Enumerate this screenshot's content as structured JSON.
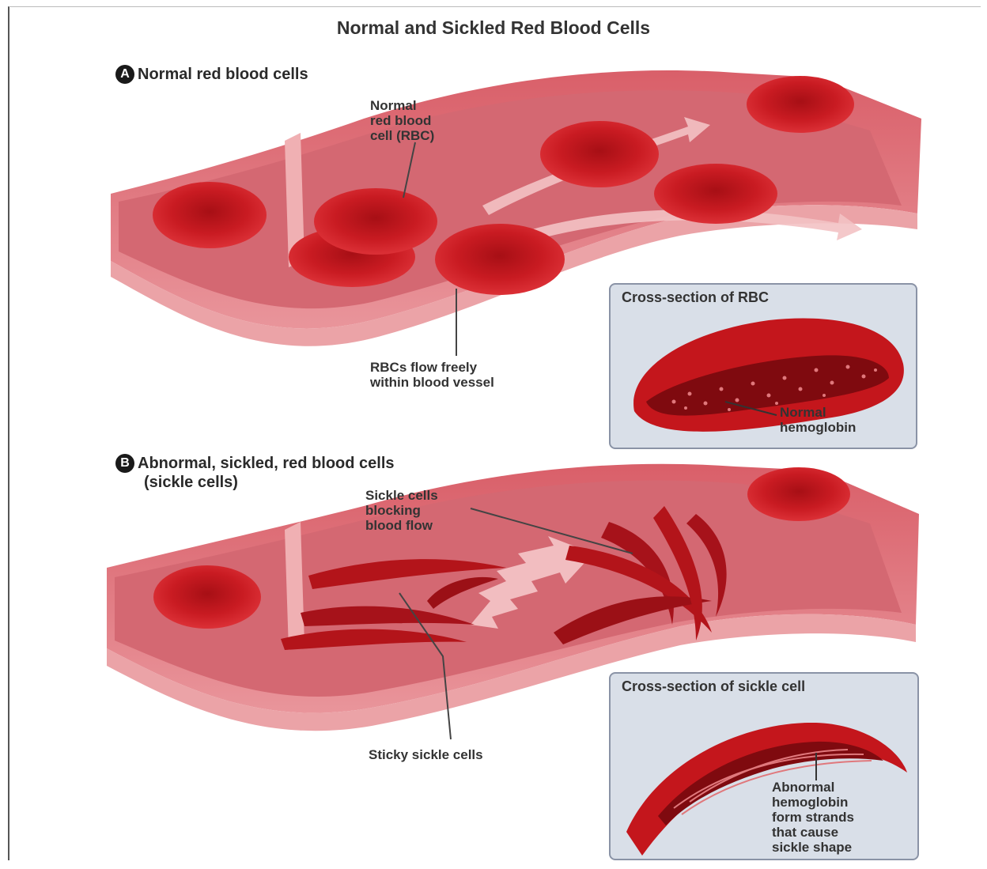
{
  "title": "Normal and Sickled Red Blood Cells",
  "section_a": {
    "badge": "A",
    "label": "Normal red blood cells",
    "callout_rbc": "Normal\nred blood\ncell (RBC)",
    "callout_flow": "RBCs flow freely\nwithin blood vessel",
    "inset_title": "Cross-section of RBC",
    "inset_callout": "Normal\nhemoglobin"
  },
  "section_b": {
    "badge": "B",
    "label_line1": "Abnormal, sickled, red blood cells",
    "label_line2": "(sickle cells)",
    "callout_blocking": "Sickle cells\nblocking\nblood flow",
    "callout_sticky": "Sticky sickle cells",
    "inset_title": "Cross-section of sickle cell",
    "inset_callout": "Abnormal\nhemoglobin\nform strands\nthat cause\nsickle shape"
  },
  "colors": {
    "vessel_outer": "#e58a8f",
    "vessel_inner": "#d66a72",
    "vessel_rim": "#f4b7b9",
    "cell": "#c4161c",
    "cell_dark": "#8d0b10",
    "inset_bg": "#d9dfe8"
  }
}
